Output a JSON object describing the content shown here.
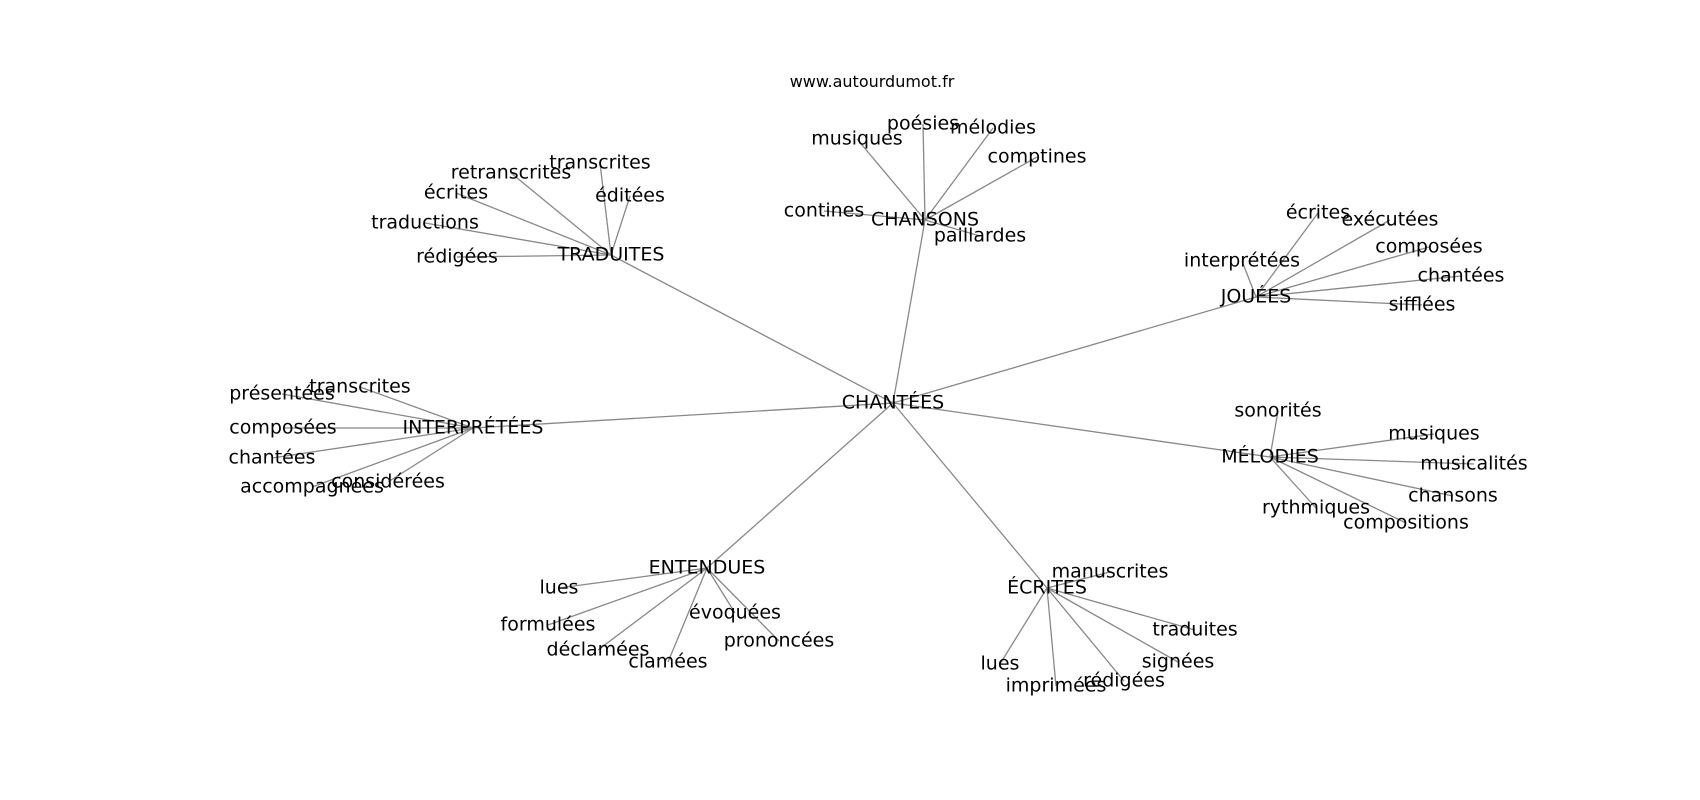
{
  "source": "www.autourdumot.fr",
  "colors": {
    "edge": "#888888",
    "text": "#000000",
    "background": "#ffffff"
  },
  "root": "CHANTÉES",
  "groups": [
    {
      "label": "CHANSONS",
      "children": [
        "musiques",
        "poésies",
        "mélodies",
        "comptines",
        "contines",
        "paillardes"
      ]
    },
    {
      "label": "TRADUITES",
      "children": [
        "transcrites",
        "retranscrites",
        "écrites",
        "éditées",
        "traductions",
        "rédigées"
      ]
    },
    {
      "label": "JOUÉES",
      "children": [
        "écrites",
        "exécutées",
        "interprétées",
        "composées",
        "chantées",
        "sifflées"
      ]
    },
    {
      "label": "INTERPRÉTÉES",
      "children": [
        "présentées",
        "transcrites",
        "composées",
        "chantées",
        "accompagnées",
        "considérées"
      ]
    },
    {
      "label": "MÉLODIES",
      "children": [
        "sonorités",
        "musiques",
        "musicalités",
        "chansons",
        "rythmiques",
        "compositions"
      ]
    },
    {
      "label": "ENTENDUES",
      "children": [
        "lues",
        "formulées",
        "déclamées",
        "clamées",
        "évoquées",
        "prononcées"
      ]
    },
    {
      "label": "ÉCRITES",
      "children": [
        "manuscrites",
        "traduites",
        "signées",
        "lues",
        "imprimées",
        "rédigées"
      ]
    }
  ]
}
